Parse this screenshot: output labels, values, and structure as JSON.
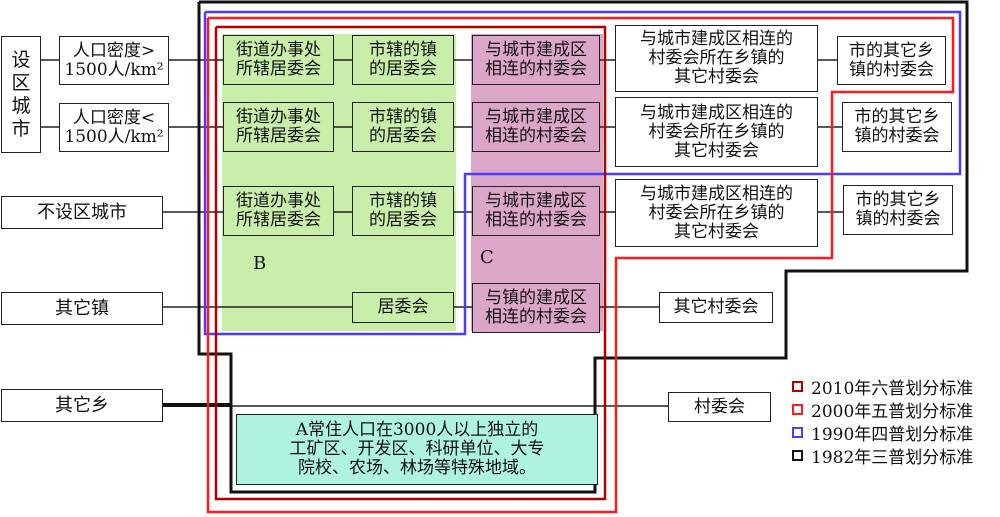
{
  "left_categories": {
    "districted_city": "设\n区\n城\n市",
    "density_high": "人口密度>\n1500人/km²",
    "density_low": "人口密度<\n1500人/km²",
    "non_districted_city": "不设区城市",
    "other_town": "其它镇",
    "other_township": "其它乡"
  },
  "rows": [
    {
      "street_office": "街道办事处\n所辖居委会",
      "town_committee": "市辖的镇\n的居委会",
      "connected_village": "与城市建成区\n相连的村委会",
      "township_villages": "与城市建成区相连的\n村委会所在乡镇的\n其它村委会",
      "other_villages": "市的其它乡\n镇的村委会"
    },
    {
      "street_office": "街道办事处\n所辖居委会",
      "town_committee": "市辖的镇\n的居委会",
      "connected_village": "与城市建成区\n相连的村委会",
      "township_villages": "与城市建成区相连的\n村委会所在乡镇的\n其它村委会",
      "other_villages": "市的其它乡\n镇的村委会"
    },
    {
      "street_office": "街道办事处\n所辖居委会",
      "town_committee": "市辖的镇\n的居委会",
      "connected_village": "与城市建成区\n相连的村委会",
      "township_villages": "与城市建成区相连的\n村委会所在乡镇的\n其它村委会",
      "other_villages": "市的其它乡\n镇的村委会"
    }
  ],
  "town_row": {
    "residents_committee": "居委会",
    "town_connected_village": "与镇的建成区\n相连的村委会",
    "other_villages": "其它村委会"
  },
  "township_row": {
    "village_committee": "村委会"
  },
  "region_labels": {
    "b": "B",
    "c": "C"
  },
  "special_area": "A常住人口在3000人以上独立的\n工矿区、开发区、科研单位、大专\n院校、农场、林场等特殊地域。",
  "legend": [
    {
      "label": "2010年六普划分标准",
      "color": "#b00000"
    },
    {
      "label": "2000年五普划分标准",
      "color": "#ff1a1a"
    },
    {
      "label": "1990年四普划分标准",
      "color": "#4b3cff"
    },
    {
      "label": "1982年三普划分标准",
      "color": "#111111"
    }
  ],
  "colors": {
    "region_b": "#c8eeaa",
    "region_c": "#dca6c8",
    "special_area": "#aef2e2"
  }
}
